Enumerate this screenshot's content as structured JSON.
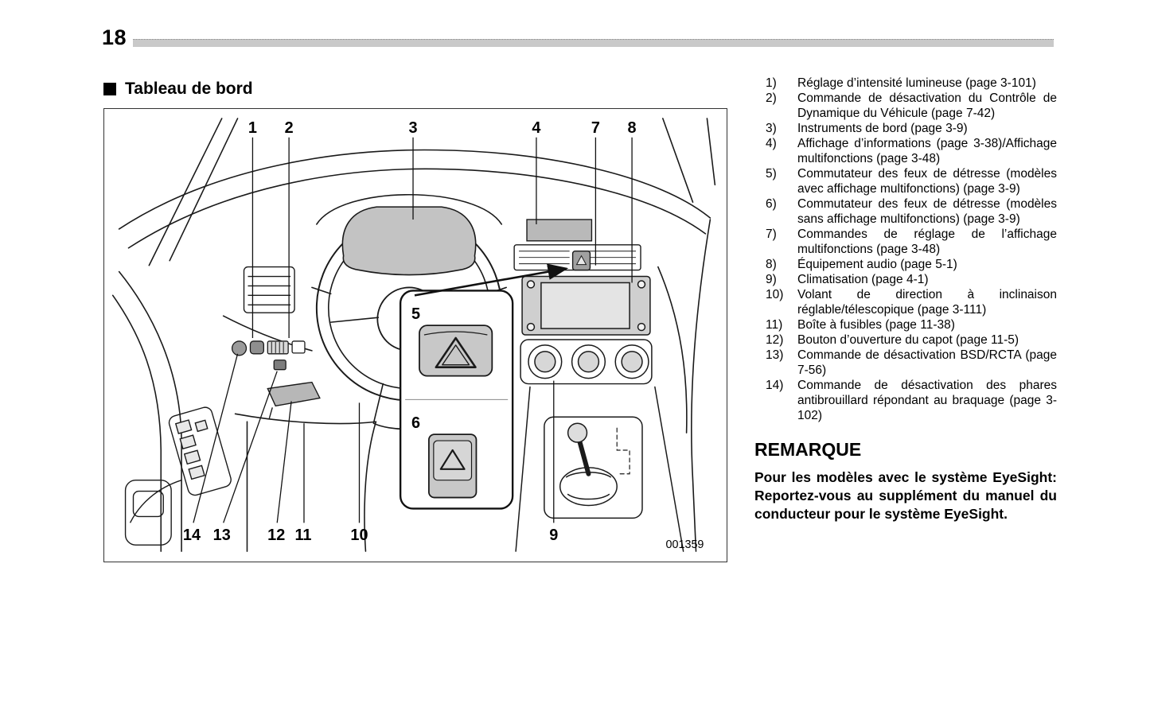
{
  "page": {
    "number": "18",
    "figure_id": "001359"
  },
  "section": {
    "title": "Tableau de bord"
  },
  "diagram": {
    "callouts": {
      "top": [
        "1",
        "2",
        "3",
        "4",
        "7",
        "8"
      ],
      "bottom": [
        "14",
        "13",
        "12",
        "11",
        "10",
        "9"
      ],
      "inset": [
        "5",
        "6"
      ]
    }
  },
  "legend": {
    "items": [
      {
        "num": "1)",
        "text": "Réglage d’intensité lumineuse (page 3-101)"
      },
      {
        "num": "2)",
        "text": "Commande de désactivation du Contrôle de Dynamique du Véhicule (page 7-42)"
      },
      {
        "num": "3)",
        "text": "Instruments de bord (page 3-9)"
      },
      {
        "num": "4)",
        "text": "Affichage d’informations (page 3-38)/Affichage multifonctions (page 3-48)"
      },
      {
        "num": "5)",
        "text": "Commutateur des feux de détresse (modèles avec affichage multifonctions) (page 3-9)"
      },
      {
        "num": "6)",
        "text": "Commutateur des feux de détresse (modèles sans affichage multifonctions) (page 3-9)"
      },
      {
        "num": "7)",
        "text": "Commandes de réglage de l’affichage multifonctions (page 3-48)"
      },
      {
        "num": "8)",
        "text": "Équipement audio (page 5-1)"
      },
      {
        "num": "9)",
        "text": "Climatisation (page 4-1)"
      },
      {
        "num": "10)",
        "text": "Volant de direction à inclinaison réglable/télescopique (page 3-111)"
      },
      {
        "num": "11)",
        "text": "Boîte à fusibles (page 11-38)"
      },
      {
        "num": "12)",
        "text": "Bouton d’ouverture du capot (page 11-5)"
      },
      {
        "num": "13)",
        "text": "Commande de désactivation BSD/RCTA (page 7-56)"
      },
      {
        "num": "14)",
        "text": "Commande de désactivation des phares antibrouillard répondant au braquage (page 3-102)"
      }
    ]
  },
  "note": {
    "title": "REMARQUE",
    "body": "Pour les modèles avec le système EyeSight: Reportez-vous au supplément du manuel du conducteur pour le système EyeSight."
  }
}
